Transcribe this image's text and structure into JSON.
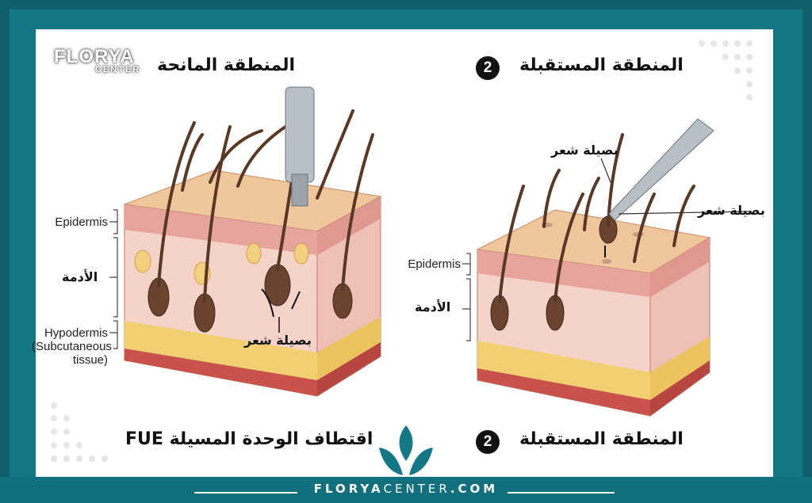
{
  "brand": {
    "logo_main": "FLORYA",
    "logo_sub": "CENTER",
    "site_bold": "FLORYA",
    "site_thin": "CENTER",
    "site_tail": ".COM"
  },
  "left_panel": {
    "title": "المنطقة المانحة",
    "caption": "اقتطاف الوحدة المسيلة FUE",
    "labels": {
      "epidermis": "Epidermis",
      "dermis": "الأدمة",
      "hypodermis": "Hypodermis",
      "hypodermis_sub1": "(Subcutaneous",
      "hypodermis_sub2": "tissue)",
      "follicle": "بصيلة شعر"
    }
  },
  "right_panel": {
    "number": "2",
    "title": "المنطقة المستقبلة",
    "caption_number": "2",
    "caption": "المنطقة المستقبلة",
    "labels": {
      "follicle_top": "بصيلة شعر",
      "follicle_side": "بصيلة شعر",
      "epidermis": "Epidermis",
      "dermis": "الأدمة"
    }
  },
  "colors": {
    "teal": "#147786",
    "dark_teal": "#0f5f6c",
    "skin_top": "#f0c69c",
    "epidermis": "#e6a49c",
    "dermis": "#f6d3c9",
    "fat": "#f2d071",
    "muscle": "#c9524a",
    "hair": "#5a3826"
  }
}
